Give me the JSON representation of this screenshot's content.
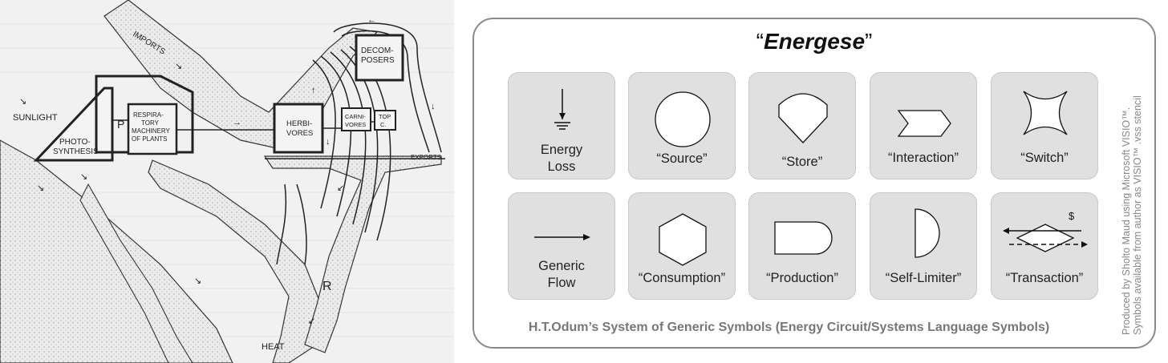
{
  "left_diagram": {
    "labels": {
      "imports": "IMPORTS",
      "sunlight": "SUNLIGHT",
      "p": "P",
      "photo_line1": "PHOTO-",
      "photo_line2": "SYNTHESIS",
      "resp_line1": "RESPIRA-",
      "resp_line2": "TORY",
      "resp_line3": "MACHINERY",
      "resp_line4": "OF PLANTS",
      "decomp_line1": "DECOM-",
      "decomp_line2": "POSERS",
      "herb_line1": "HERBI-",
      "herb_line2": "VORES",
      "carni_line1": "CARNI-",
      "carni_line2": "VORES",
      "top_line1": "TOP",
      "top_line2": "C.",
      "exports": "EXPORTS",
      "r": "R",
      "heat": "HEAT"
    }
  },
  "energese": {
    "title_open": "“",
    "title_main": "Energese",
    "title_close": "”",
    "symbols": [
      {
        "line1": "Energy",
        "line2": "Loss",
        "icon": "energy-loss-ground-symbol"
      },
      {
        "line1": "“Source”",
        "icon": "circle-source-symbol"
      },
      {
        "line1": "“Store”",
        "icon": "tank-store-symbol"
      },
      {
        "line1": "“Interaction”",
        "icon": "chevron-interaction-symbol"
      },
      {
        "line1": "“Switch”",
        "icon": "concave-switch-symbol"
      },
      {
        "line1": "Generic",
        "line2": "Flow",
        "icon": "arrow-flow-symbol"
      },
      {
        "line1": "“Consumption”",
        "icon": "hexagon-consumption-symbol"
      },
      {
        "line1": "“Production”",
        "icon": "bullet-production-symbol"
      },
      {
        "line1": "“Self-Limiter”",
        "icon": "half-circle-limiter-symbol"
      },
      {
        "line1": "“Transaction”",
        "icon": "diamond-transaction-symbol",
        "currency": "$"
      }
    ],
    "footer": "H.T.Odum’s System of Generic Symbols (Energy Circuit/Systems Language Symbols)",
    "credit_line1": "Produced by Sholto Maud using Microsoft VISIO™.",
    "credit_line2": "Symbols available from author as VISIO™ .vss stencil",
    "colors": {
      "card_bg": "#e0e0e0",
      "panel_border": "#8a8a8a",
      "footer_text": "#777777"
    }
  }
}
